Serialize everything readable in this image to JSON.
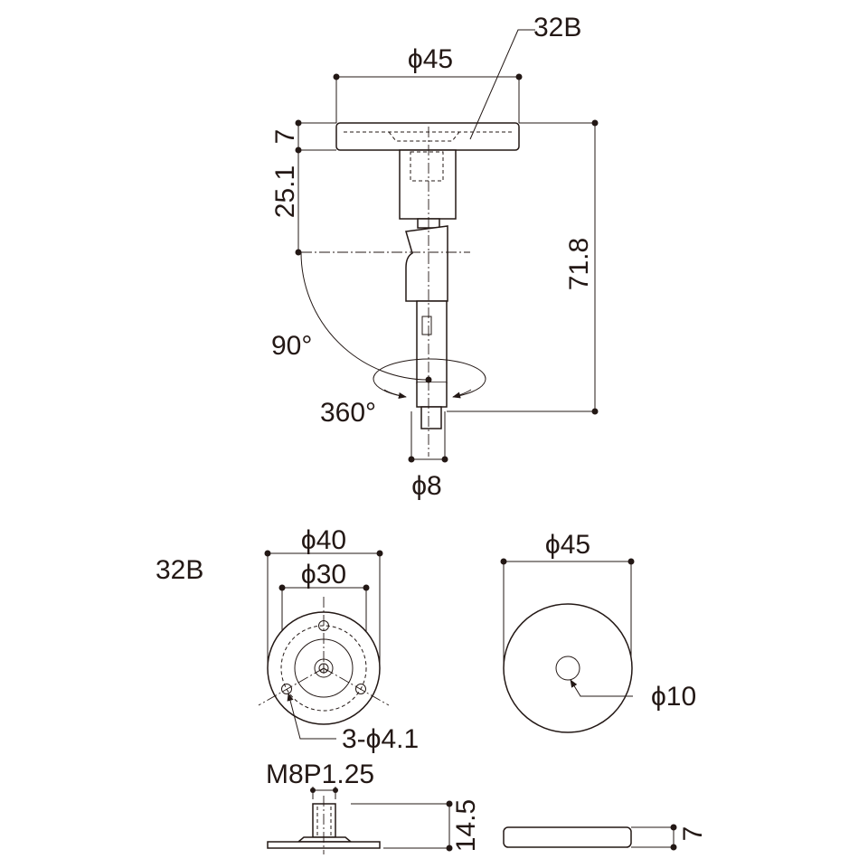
{
  "top_view": {
    "callout": "32B",
    "dim_top_diameter": "ϕ45",
    "dim_plate_thickness": "7",
    "dim_upper_length": "25.1",
    "dim_total_height": "71.8",
    "angle_tilt": "90°",
    "angle_rotate": "360°",
    "dim_bottom_diameter": "ϕ8"
  },
  "detail_32b": {
    "title": "32B",
    "dim_outer": "ϕ40",
    "dim_pcd": "ϕ30",
    "holes": "3-ϕ4.1",
    "thread": "M8P1.25",
    "height": "14.5"
  },
  "cover": {
    "dim_outer": "ϕ45",
    "dim_hole": "ϕ10",
    "thickness": "7"
  }
}
